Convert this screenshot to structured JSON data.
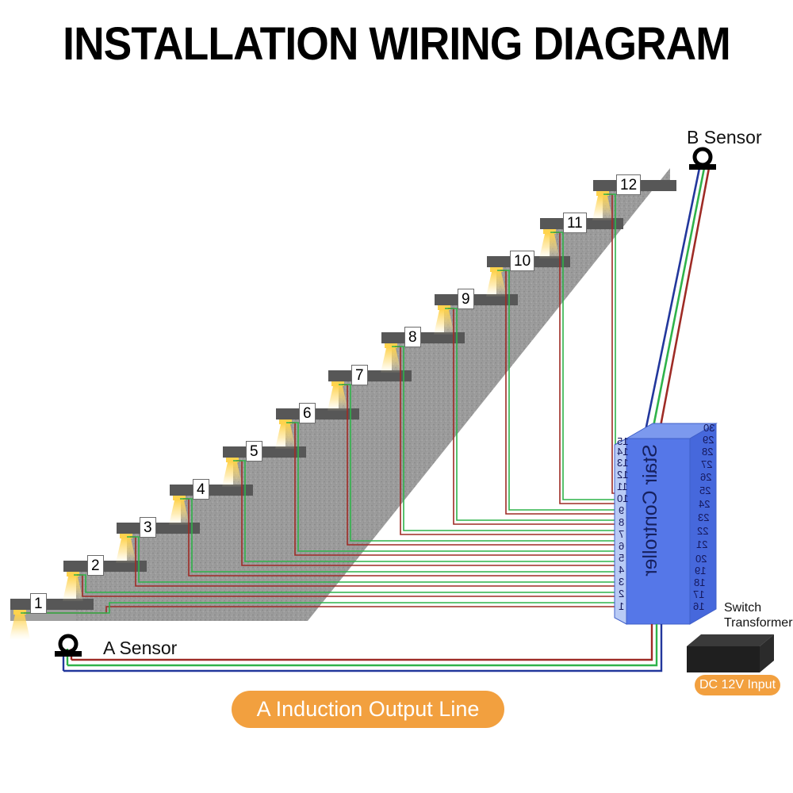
{
  "title": "INSTALLATION WIRING DIAGRAM",
  "labels": {
    "b_sensor": "B Sensor",
    "a_sensor": "A Sensor",
    "switch_transformer": "Switch Transformer",
    "dc_input": "DC 12V Input",
    "induction_line": "A Induction Output Line",
    "controller": "Stair Controller"
  },
  "stairs": {
    "count": 12,
    "step_numbers": [
      "1",
      "2",
      "3",
      "4",
      "5",
      "6",
      "7",
      "8",
      "9",
      "10",
      "11",
      "12"
    ]
  },
  "controller": {
    "left_terminals": [
      "1",
      "2",
      "3",
      "4",
      "5",
      "6",
      "7",
      "8",
      "9",
      "10",
      "11",
      "12",
      "13",
      "14",
      "15"
    ],
    "right_terminals": [
      "16",
      "17",
      "18",
      "19",
      "20",
      "21",
      "22",
      "23",
      "24",
      "25",
      "26",
      "27",
      "28",
      "29",
      "30"
    ],
    "mirrored": "true"
  },
  "colors": {
    "wire_red": "#9E2B25",
    "wire_green": "#2FB34A",
    "wire_blue": "#22379C",
    "controller_front": "#5577E8",
    "controller_side": "#A9BDF2",
    "controller_top": "#7C99EE",
    "tread": "#575757",
    "riser": "#9E9E9E",
    "lamp": "#FFD34D",
    "accent_orange": "#F2A03F",
    "transformer": "#2B2B2B",
    "title_black": "#000000"
  }
}
